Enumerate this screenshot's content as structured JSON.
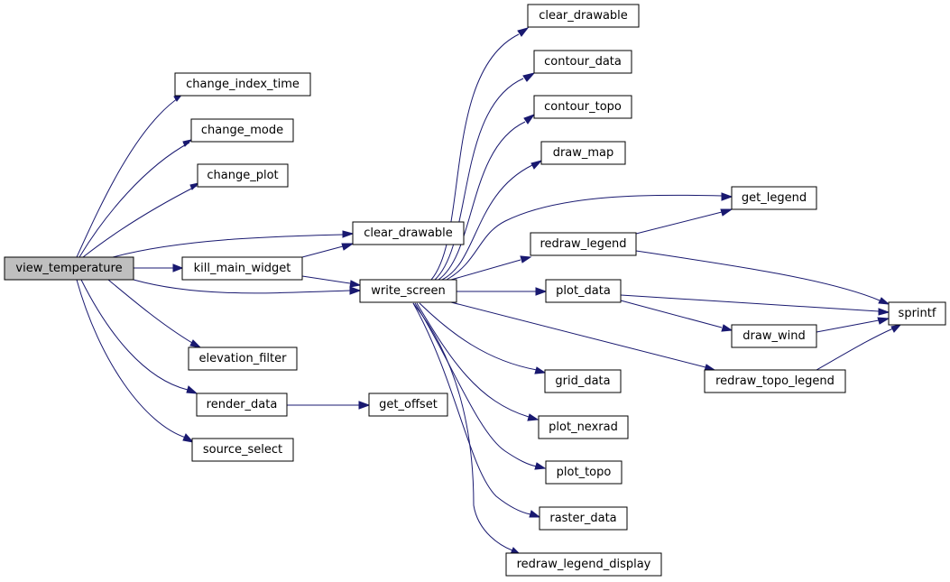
{
  "nodes": {
    "view_temperature": "view_temperature",
    "change_index_time": "change_index_time",
    "change_mode": "change_mode",
    "change_plot": "change_plot",
    "clear_drawable_a": "clear_drawable",
    "kill_main_widget": "kill_main_widget",
    "write_screen": "write_screen",
    "elevation_filter": "elevation_filter",
    "render_data": "render_data",
    "get_offset": "get_offset",
    "source_select": "source_select",
    "clear_drawable_b": "clear_drawable",
    "contour_data": "contour_data",
    "contour_topo": "contour_topo",
    "draw_map": "draw_map",
    "get_legend": "get_legend",
    "redraw_legend": "redraw_legend",
    "plot_data": "plot_data",
    "draw_wind": "draw_wind",
    "grid_data": "grid_data",
    "redraw_topo_legend": "redraw_topo_legend",
    "sprintf": "sprintf",
    "plot_nexrad": "plot_nexrad",
    "plot_topo": "plot_topo",
    "raster_data": "raster_data",
    "redraw_legend_display": "redraw_legend_display"
  },
  "colors": {
    "edge": "#191970",
    "root_fill": "#bfbfbf",
    "node_fill": "#ffffff"
  }
}
